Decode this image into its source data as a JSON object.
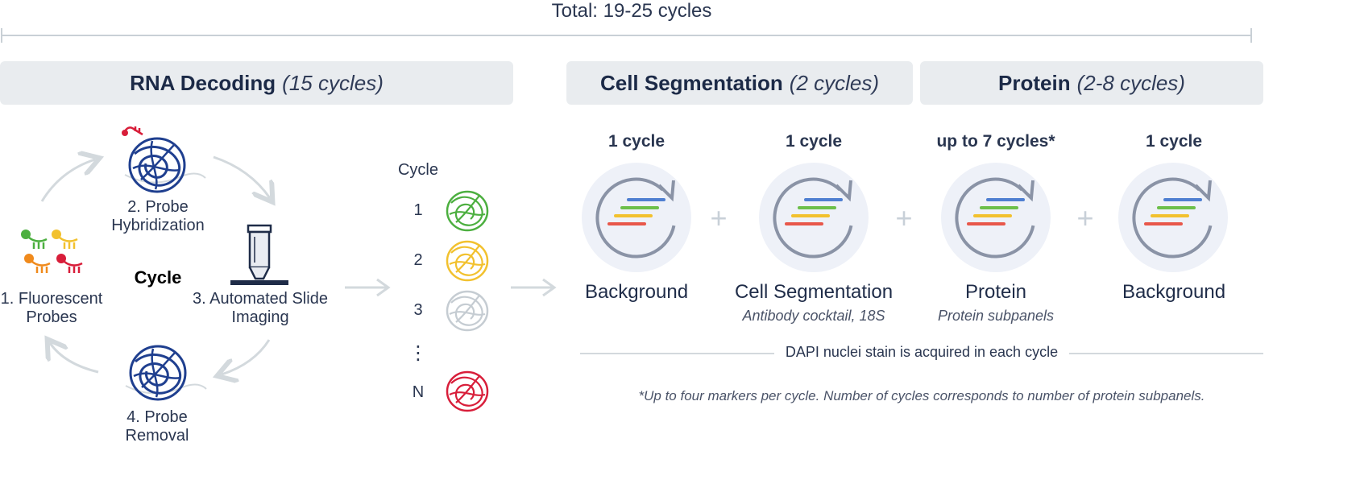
{
  "total": {
    "title": "Total: 19-25 cycles"
  },
  "sections": [
    {
      "name": "RNA Decoding",
      "cycles": "(15 cycles)"
    },
    {
      "name": "Cell Segmentation",
      "cycles": "(2 cycles)"
    },
    {
      "name": "Protein",
      "cycles": "(2-8 cycles)"
    }
  ],
  "rna_cycle": {
    "center_label": "Cycle",
    "steps": [
      {
        "line1": "1. Fluorescent",
        "line2": "Probes"
      },
      {
        "line1": "2. Probe",
        "line2": "Hybridization"
      },
      {
        "line1": "3. Automated Slide",
        "line2": "Imaging"
      },
      {
        "line1": "4. Probe",
        "line2": "Removal"
      }
    ]
  },
  "cycle_list": {
    "title": "Cycle",
    "items": [
      {
        "label": "1",
        "color": "#4caf3f"
      },
      {
        "label": "2",
        "color": "#f2c12e"
      },
      {
        "label": "3",
        "color": "#c5ccd2"
      },
      {
        "label": "⋮",
        "color": ""
      },
      {
        "label": "N",
        "color": "#d81e3a"
      }
    ]
  },
  "rounds": [
    {
      "count": "1 cycle",
      "name": "Background",
      "subtitle": ""
    },
    {
      "count": "1 cycle",
      "name": "Cell Segmentation",
      "subtitle": "Antibody cocktail, 18S"
    },
    {
      "count": "up to 7 cycles*",
      "name": "Protein",
      "subtitle": "Protein subpanels"
    },
    {
      "count": "1 cycle",
      "name": "Background",
      "subtitle": ""
    }
  ],
  "plus_symbol": "+",
  "dapi_note": "DAPI nuclei stain is acquired in each cycle",
  "footnote": "*Up to four markers per cycle. Number of cycles corresponds to number of protein subpanels.",
  "colors": {
    "header_bg": "#e9ecef",
    "circle_bg": "#eef1f8",
    "arrow_gray": "#d3d9dd",
    "dark_blue": "#1f3f8f",
    "line_blue": "#4f7fd1",
    "line_green": "#6cbf4a",
    "line_yellow": "#f2c12e",
    "line_red": "#e8574a"
  }
}
